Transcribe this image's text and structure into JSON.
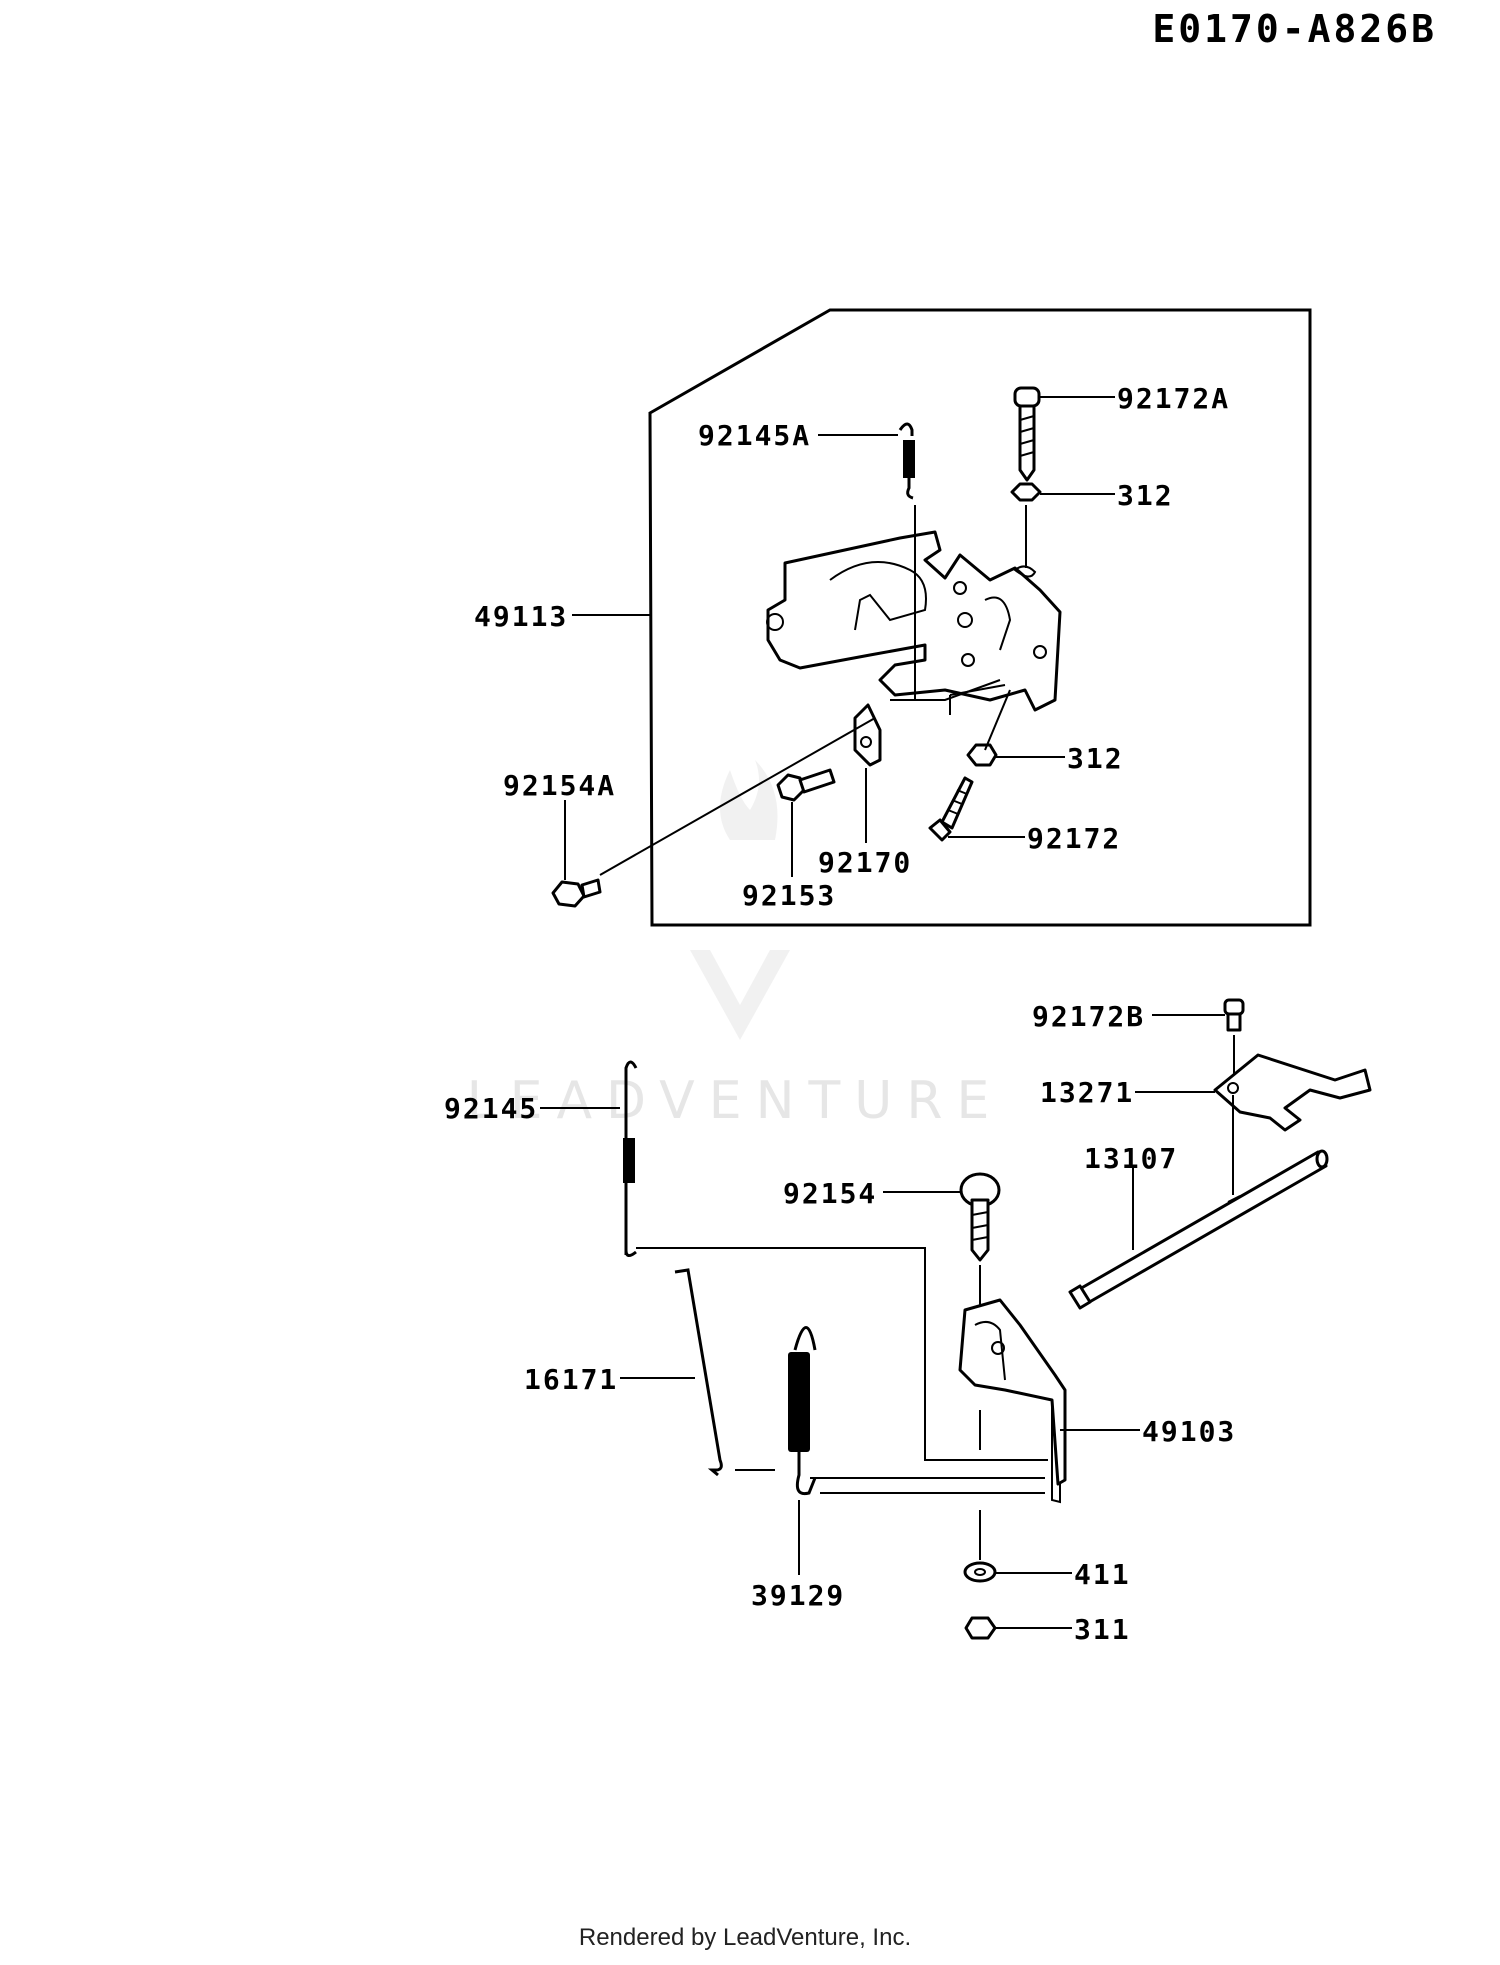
{
  "diagram_code": "E0170-A826B",
  "watermark": "LEADVENTURE",
  "footer": "Rendered by LeadVenture, Inc.",
  "labels": {
    "p92172A": "92172A",
    "p92145A": "92145A",
    "p312_top": "312",
    "p49113": "49113",
    "p312_mid": "312",
    "p92154A": "92154A",
    "p92172": "92172",
    "p92170": "92170",
    "p92153": "92153",
    "p92172B": "92172B",
    "p13271": "13271",
    "p92145": "92145",
    "p13107": "13107",
    "p92154": "92154",
    "p16171": "16171",
    "p49103": "49103",
    "p39129": "39129",
    "p411": "411",
    "p311": "311"
  }
}
